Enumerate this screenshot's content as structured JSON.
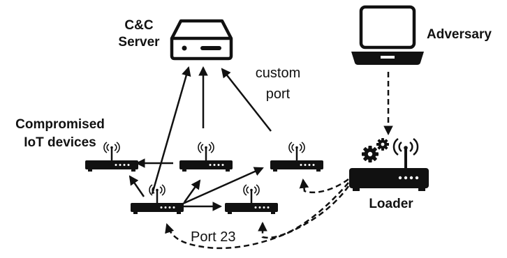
{
  "labels": {
    "cnc_line1": "C&C",
    "cnc_line2": "Server",
    "adversary": "Adversary",
    "custom_port_line1": "custom",
    "custom_port_line2": "port",
    "compromised_line1": "Compromised",
    "compromised_line2": "IoT devices",
    "loader": "Loader",
    "port23": "Port 23"
  },
  "icons": {
    "server": "server-icon",
    "laptop": "laptop-icon",
    "router": "router-icon",
    "gears": "gears-icon",
    "wifi": "wifi-icon"
  },
  "colors": {
    "ink": "#111111",
    "background": "#ffffff"
  }
}
